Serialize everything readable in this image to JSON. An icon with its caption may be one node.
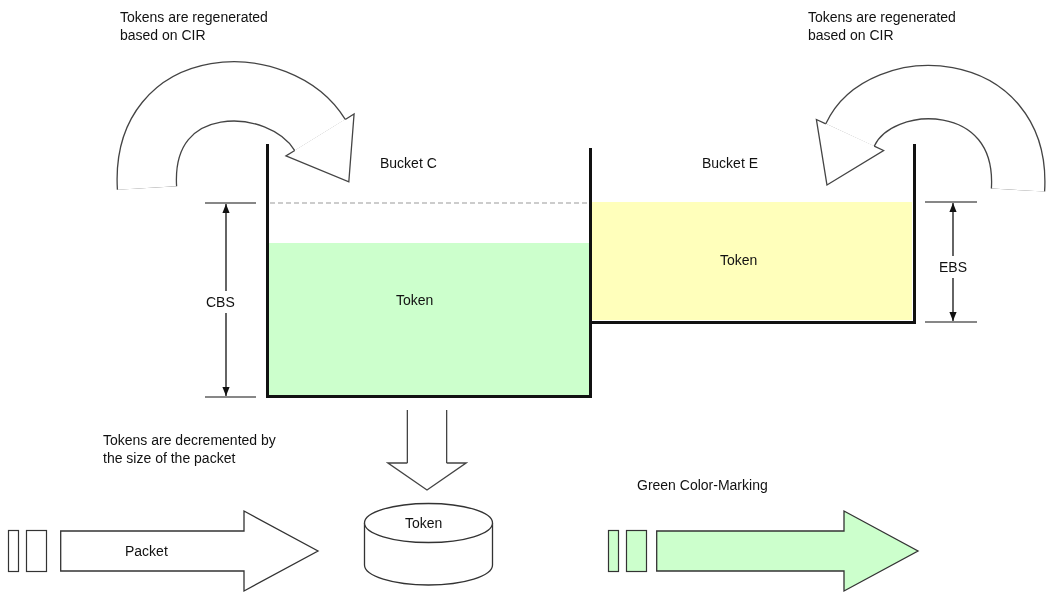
{
  "diagram": {
    "nodes": [
      {
        "text": [
          "Bucket C"
        ]
      },
      {
        "text": [
          "Token"
        ],
        "in": 0
      },
      {
        "text": [
          "Bucket E"
        ]
      },
      {
        "text": [
          "Token"
        ],
        "in": 2
      },
      {
        "text": [
          "Token"
        ]
      },
      {
        "text": [
          "Packet"
        ]
      },
      {
        "text": [],
        "shape": "arrow",
        "beside": [
          "Green Color-Marking"
        ]
      }
    ],
    "edges": [
      {
        "from": null,
        "to": 0,
        "arrow": "to"
      },
      {
        "from": null,
        "to": 2,
        "arrow": "to"
      },
      {
        "from": 0,
        "to": 4,
        "arrow": "to"
      }
    ],
    "labels": [
      "Tokens are regenerated based on CIR",
      "Tokens are regenerated based on CIR",
      "CBS",
      "EBS",
      "Tokens are decremented by the size of the packet"
    ]
  }
}
